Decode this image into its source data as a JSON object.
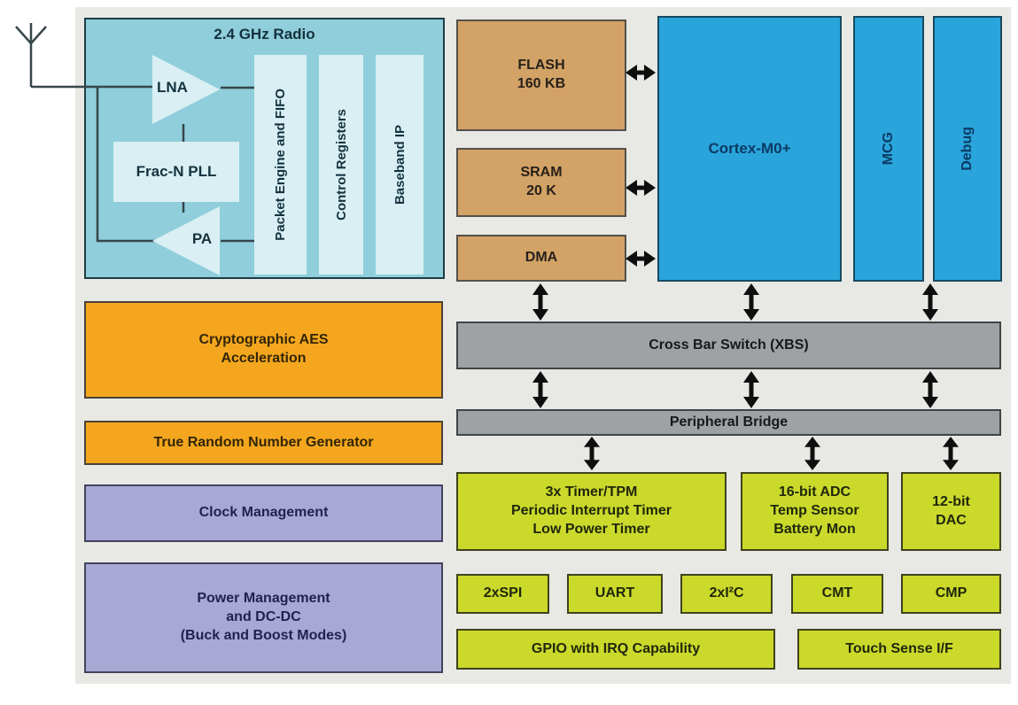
{
  "diagram": {
    "radio": {
      "title": "2.4 GHz Radio",
      "lna": "LNA",
      "pll": "Frac-N PLL",
      "pa": "PA",
      "bars": [
        "Packet Engine and FIFO",
        "Control Registers",
        "Baseband IP"
      ]
    },
    "memory": {
      "flash": "FLASH\n160 KB",
      "sram": "SRAM\n20 K",
      "dma": "DMA"
    },
    "cpu": {
      "core": "Cortex-M0+",
      "mcg": "MCG",
      "debug": "Debug"
    },
    "buses": {
      "xbs": "Cross Bar Switch (XBS)",
      "bridge": "Peripheral Bridge"
    },
    "security_power": {
      "aes": "Cryptographic AES\nAcceleration",
      "trng": "True Random Number Generator",
      "clock": "Clock Management",
      "power": "Power Management\nand DC-DC\n(Buck and Boost Modes)"
    },
    "peripherals": {
      "timers": "3x Timer/TPM\nPeriodic Interrupt Timer\nLow Power Timer",
      "adc": "16-bit ADC\nTemp Sensor\nBattery Mon",
      "dac": "12-bit\nDAC",
      "spi": "2xSPI",
      "uart": "UART",
      "i2c": "2xI²C",
      "cmt": "CMT",
      "cmp": "CMP",
      "gpio": "GPIO with IRQ Capability",
      "touch": "Touch Sense I/F"
    },
    "colors": {
      "panel_bg": "#e8e9e4",
      "radio_bg": "#8fceda",
      "radio_inner": "#d9eff3",
      "memory_tan": "#d2a266",
      "cpu_blue": "#29a5dc",
      "bus_gray": "#9ea2a5",
      "security_orange": "#f4a71e",
      "system_purple": "#a9a8d5",
      "peripheral_green": "#cbd92b",
      "arrow_black": "#0e0e0e",
      "wire_dark": "#37464c"
    }
  }
}
